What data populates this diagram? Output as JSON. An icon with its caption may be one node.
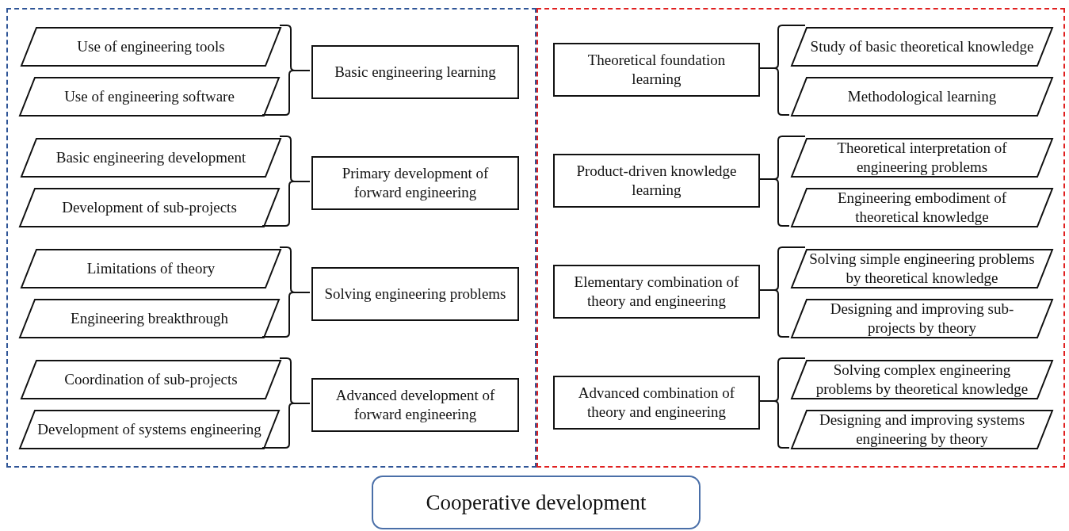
{
  "diagram": {
    "nodes": [
      {
        "text": [],
        "shape": "box"
      },
      {
        "text": [
          "Use of engineering tools"
        ],
        "in": 0
      },
      {
        "text": [
          "Use of engineering software"
        ],
        "in": 0
      },
      {
        "text": [
          "Basic engineering learning"
        ],
        "in": 0
      },
      {
        "text": [
          "Basic engineering development"
        ],
        "in": 0
      },
      {
        "text": [
          "Development of sub-projects"
        ],
        "in": 0
      },
      {
        "text": [
          "Primary development of forward engineering"
        ],
        "in": 0
      },
      {
        "text": [
          "Limitations of theory"
        ],
        "in": 0
      },
      {
        "text": [
          "Engineering breakthrough"
        ],
        "in": 0
      },
      {
        "text": [
          "Solving engineering problems"
        ],
        "in": 0
      },
      {
        "text": [
          "Coordination of sub-projects"
        ],
        "in": 0
      },
      {
        "text": [
          "Development of systems engineering"
        ],
        "in": 0
      },
      {
        "text": [
          "Advanced development of forward engineering"
        ],
        "in": 0
      },
      {
        "text": [],
        "shape": "box"
      },
      {
        "text": [
          "Theoretical foundation learning"
        ],
        "in": 13
      },
      {
        "text": [
          "Study of basic theoretical knowledge"
        ],
        "in": 13
      },
      {
        "text": [
          "Methodological learning"
        ],
        "in": 13
      },
      {
        "text": [
          "Product-driven knowledge learning"
        ],
        "in": 13
      },
      {
        "text": [
          "Theoretical interpretation of engineering problems"
        ],
        "in": 13
      },
      {
        "text": [
          "Engineering embodiment of theoretical knowledge"
        ],
        "in": 13
      },
      {
        "text": [
          "Elementary combination of theory and engineering"
        ],
        "in": 13
      },
      {
        "text": [
          "Solving simple engineering problems by theoretical knowledge"
        ],
        "in": 13
      },
      {
        "text": [
          "Designing and improving sub-projects by theory"
        ],
        "in": 13
      },
      {
        "text": [
          "Advanced combination of theory and engineering"
        ],
        "in": 13
      },
      {
        "text": [
          "Solving complex engineering problems by theoretical knowledge"
        ],
        "in": 13
      },
      {
        "text": [
          "Designing and improving systems engineering by theory"
        ],
        "in": 13
      },
      {
        "text": [
          "Cooperative development"
        ]
      }
    ],
    "edges": [
      {
        "from": 1,
        "to": 3,
        "arrow": "none"
      },
      {
        "from": 2,
        "to": 3,
        "arrow": "none"
      },
      {
        "from": 4,
        "to": 6,
        "arrow": "none"
      },
      {
        "from": 5,
        "to": 6,
        "arrow": "none"
      },
      {
        "from": 7,
        "to": 9,
        "arrow": "none"
      },
      {
        "from": 8,
        "to": 9,
        "arrow": "none"
      },
      {
        "from": 10,
        "to": 12,
        "arrow": "none"
      },
      {
        "from": 11,
        "to": 12,
        "arrow": "none"
      },
      {
        "from": 15,
        "to": 14,
        "arrow": "none"
      },
      {
        "from": 16,
        "to": 14,
        "arrow": "none"
      },
      {
        "from": 18,
        "to": 17,
        "arrow": "none"
      },
      {
        "from": 19,
        "to": 17,
        "arrow": "none"
      },
      {
        "from": 21,
        "to": 20,
        "arrow": "none"
      },
      {
        "from": 22,
        "to": 20,
        "arrow": "none"
      },
      {
        "from": 24,
        "to": 23,
        "arrow": "none"
      },
      {
        "from": 25,
        "to": 23,
        "arrow": "none"
      }
    ]
  }
}
